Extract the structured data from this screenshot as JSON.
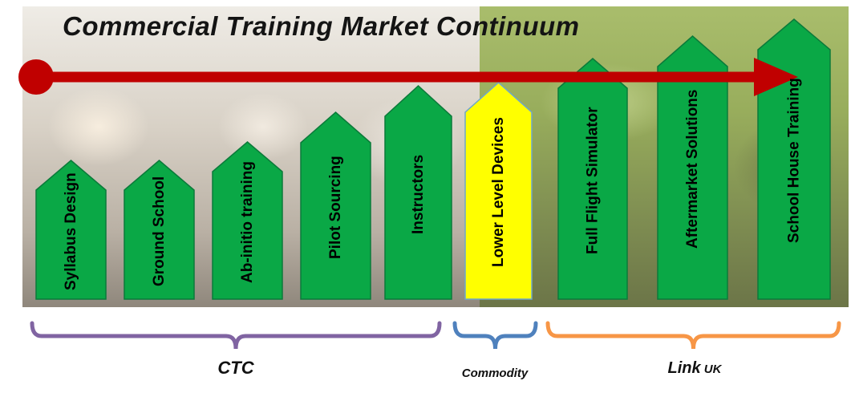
{
  "title": "Commercial Training Market Continuum",
  "colors": {
    "box_green": "#0aa846",
    "box_yellow": "#ffff00",
    "arrow_red": "#c00000",
    "brace_ctc": "#8064a2",
    "brace_commodity": "#4f81bd",
    "brace_link": "#f79646"
  },
  "items": [
    {
      "label": "Syllabus Design",
      "color": "green"
    },
    {
      "label": "Ground School",
      "color": "green"
    },
    {
      "label": "Ab-initio training",
      "color": "green"
    },
    {
      "label": "Pilot Sourcing",
      "color": "green"
    },
    {
      "label": "Instructors",
      "color": "green"
    },
    {
      "label": "Lower Level Devices",
      "color": "yellow"
    },
    {
      "label": "Full Flight Simulator",
      "color": "green"
    },
    {
      "label": "Aftermarket Solutions",
      "color": "green"
    },
    {
      "label": "School House Training",
      "color": "green"
    }
  ],
  "groups": [
    {
      "label": "CTC"
    },
    {
      "label": "Commodity"
    },
    {
      "label": "Link",
      "suffix": "UK"
    }
  ]
}
